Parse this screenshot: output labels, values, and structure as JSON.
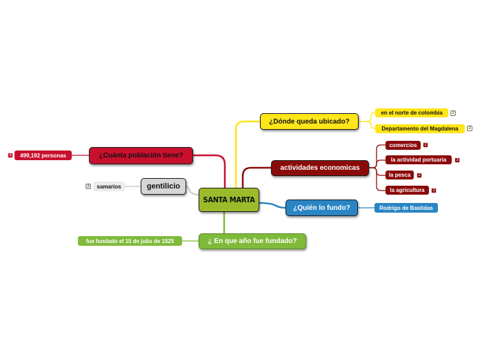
{
  "colors": {
    "center": "#9bbb2b",
    "yellow": "#ffe619",
    "darkred": "#8b0b0b",
    "blue": "#2a85c4",
    "green": "#7fba3a",
    "crimson": "#c8102e",
    "gray": "#d6d6d6",
    "light_gray": "#ebebeb"
  },
  "center": {
    "label": "SANTA MARTA"
  },
  "branches": {
    "ubicacion": {
      "label": "¿Dónde queda ubicado?",
      "children": [
        {
          "label": "en el norte de colombia",
          "badge": "2"
        },
        {
          "label": "Departamento del Magdalena",
          "badge": "2"
        }
      ]
    },
    "actividades": {
      "label": "actividades economicas",
      "children": [
        {
          "label": "comercios",
          "badge": "2"
        },
        {
          "label": "la actividad portuaria",
          "badge": "3"
        },
        {
          "label": "la pesca",
          "badge": "2"
        },
        {
          "label": "la agricultura",
          "badge": "2"
        }
      ]
    },
    "fundador": {
      "label": "¿Quién lo fundo?",
      "children": [
        {
          "label": "Rodrigo de Bastidas"
        }
      ]
    },
    "anio": {
      "label": "¿ En que año fue fundado?",
      "children": [
        {
          "label": "fue fundado el 15 de julio de 1525"
        }
      ]
    },
    "poblacion": {
      "label": "¿Cuánta población tiene?",
      "children": [
        {
          "label": "499,192 personas",
          "badge": "3"
        }
      ]
    },
    "gentilicio": {
      "label": "gentilicio",
      "children": [
        {
          "label": "samarios",
          "badge": "2"
        }
      ]
    }
  }
}
